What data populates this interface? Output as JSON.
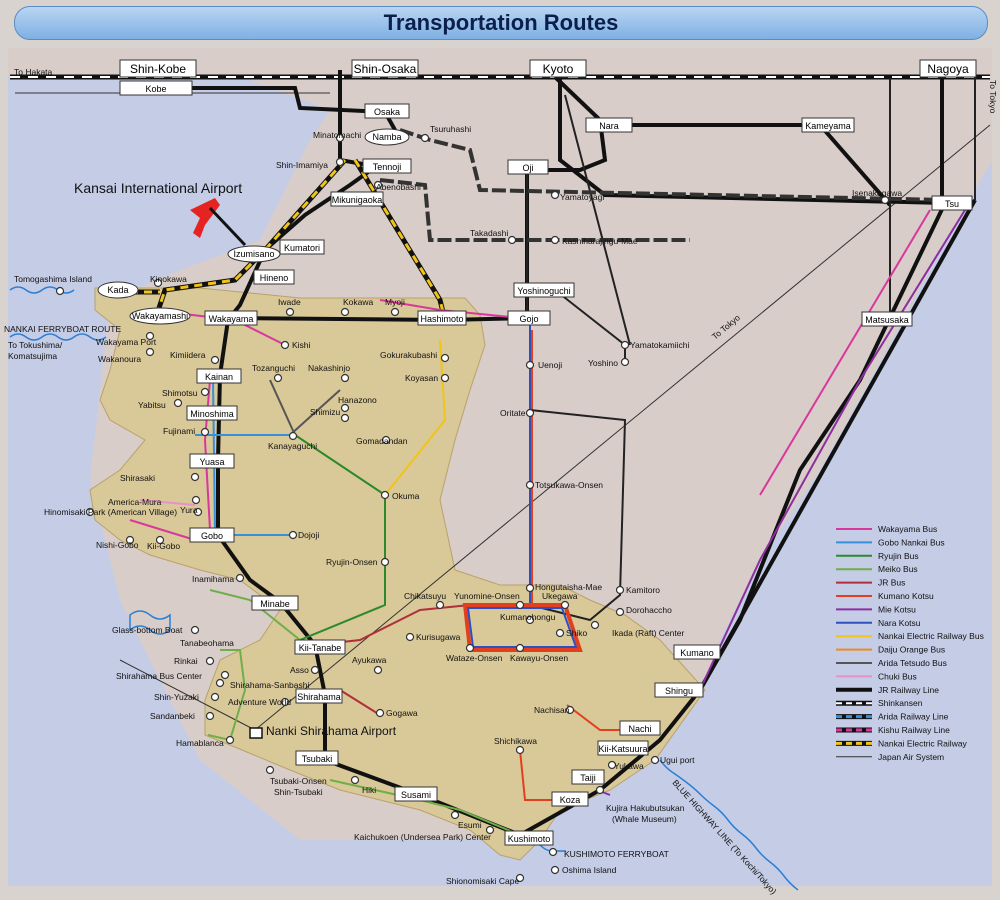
{
  "title": "Transportation Routes",
  "colors": {
    "sea": "#c4cce6",
    "land_pink": "#d8cdc9",
    "land_tan": "#d9c898",
    "tan_border": "#b8a26a",
    "jr": "#111111",
    "nankai": "#f0c419",
    "wakayama_bus": "#d8389c",
    "gobo_bus": "#3a8fd9",
    "ryujin_bus": "#2c8a2c",
    "meiko_bus": "#6fae4b",
    "jr_bus": "#b0303a",
    "kumano_kotsu": "#e0401e",
    "mie_kotsu": "#8c2fa0",
    "nara_kotsu": "#2f4fc0",
    "nankai_bus": "#f0c419",
    "daiju_orange": "#f08a20",
    "arida_bus": "#555555",
    "chuki_bus": "#e890c8",
    "air": "#333333"
  },
  "top_stations": [
    "Shin-Kobe",
    "Shin-Osaka",
    "Kyoto",
    "Nagoya"
  ],
  "stations": {
    "kobe": "Kobe",
    "osaka": "Osaka",
    "namba": "Namba",
    "tennoji": "Tennoji",
    "mikunigaoka": "Mikunigaoka",
    "kumatori": "Kumatori",
    "izumisano": "Izumisano",
    "hineno": "Hineno",
    "kada": "Kada",
    "wakayamashi": "Wakayamashi",
    "wakayama": "Wakayama",
    "hashimoto": "Hashimoto",
    "gojo": "Gojo",
    "oji": "Oji",
    "nara": "Nara",
    "kameyama": "Kameyama",
    "tsu": "Tsu",
    "matsusaka": "Matsusaka",
    "yoshinoguchi": "Yoshinoguchi",
    "kainan": "Kainan",
    "minoshima": "Minoshima",
    "yuasa": "Yuasa",
    "gobo": "Gobo",
    "minabe": "Minabe",
    "kii_tanabe": "Kii-Tanabe",
    "shirahama": "Shirahama",
    "tsubaki": "Tsubaki",
    "susami": "Susami",
    "kushimoto": "Kushimoto",
    "koza": "Koza",
    "taiji": "Taiji",
    "kii_katsuura": "Kii-Katsuura",
    "nachi": "Nachi",
    "shingu": "Shingu",
    "kumano": "Kumano"
  },
  "labels": {
    "to_hakata": "To Hakata",
    "to_tokyo_1": "To Tokyo",
    "to_tokyo_2": "To Tokyo",
    "kix": "Kansai International Airport",
    "minatomachi": "Minatomachi",
    "shin_imamiya": "Shin-Imamiya",
    "tsuruhashi": "Tsuruhashi",
    "abenobashi": "Abenobashi",
    "yamatoyagi": "Yamatoyagi",
    "isenakagawa": "Isenakagawa",
    "takadashi": "Takadashi",
    "kashiharajingu": "Kashiharajingu-Mae",
    "tomogashima": "Tomogashima Island",
    "kinokawa": "Kinokawa",
    "iwade": "Iwade",
    "kokawa": "Kokawa",
    "myoji": "Myoji",
    "ferry_route": "NANKAI FERRYBOAT ROUTE",
    "to_tokushima": "To Tokushima/",
    "komatsujima": "Komatsujima",
    "wakayama_port": "Wakayama Port",
    "wakanoura": "Wakanoura",
    "kishi": "Kishi",
    "kimiidera": "Kimiidera",
    "gokurakubashi": "Gokurakubashi",
    "uenoji": "Uenoji",
    "yamatokamiichi": "Yamatokamiichi",
    "yoshino": "Yoshino",
    "tozanguchi": "Tozanguchi",
    "nakashinjo": "Nakashinjo",
    "koyasan": "Koyasan",
    "shimotsu": "Shimotsu",
    "yabitsu": "Yabitsu",
    "hanazono": "Hanazono",
    "shimizu": "Shimizu",
    "fujinami": "Fujinami",
    "kanayaguchi": "Kanayaguchi",
    "gomadandan": "Gomadandan",
    "oritate": "Oritate",
    "shirasaki": "Shirasaki",
    "america_mura": "America-Mura",
    "hinomisaki": "Hinomisaki Park (American Village)",
    "yura": "Yura",
    "okuma": "Okuma",
    "totsukawa": "Totsukawa-Onsen",
    "nishi_gobo": "Nishi-Gobo",
    "kii_gobo": "Kii-Gobo",
    "dojoji": "Dojoji",
    "ryujin": "Ryujin-Onsen",
    "inamihama": "Inamihama",
    "hongutaisha": "Hongutaisha-Mae",
    "kamitoro": "Kamitoro",
    "chikatsuyu": "Chikatsuyu",
    "yunomine": "Yunomine-Onsen",
    "ukegawa": "Ukegawa",
    "kumanohongu": "Kumanohongu",
    "dorohaccho": "Dorohaccho",
    "glass_boat": "Glass-bottom Boat",
    "tanabeohama": "Tanabeohama",
    "kurisugawa": "Kurisugawa",
    "shiko": "Shiko",
    "ikada": "Ikada (Raft) Center",
    "rinkai": "Rinkai",
    "shirahama_bus": "Shirahama Bus Center",
    "shirahama_sanbashi": "Shirahama-Sanbashi",
    "asso": "Asso",
    "ayukawa": "Ayukawa",
    "wataze": "Wataze-Onsen",
    "kawayu": "Kawayu-Onsen",
    "shin_yuzaki": "Shin-Yuzaki",
    "adventure_world": "Adventure World",
    "sandanbeki": "Sandanbeki",
    "nanki_airport": "Nanki Shirahama Airport",
    "gogawa": "Gogawa",
    "hamablanca": "Hamablanca",
    "nachisan": "Nachisan",
    "shichikawa": "Shichikawa",
    "ugui_port": "Ugui port",
    "yukawa": "Yukawa",
    "tsubaki_onsen": "Tsubaki-Onsen",
    "shin_tsubaki": "Shin-Tsubaki",
    "hiki": "Hiki",
    "kujira": "Kujira Hakubutsukan",
    "whale_museum": "(Whale Museum)",
    "esumi": "Esumi",
    "kaichukoen": "Kaichukoen (Undersea Park) Center",
    "kushimoto_ferry": "KUSHIMOTO FERRYBOAT",
    "oshima": "Oshima Island",
    "shionomisaki": "Shionomisaki Cape",
    "blue_highway": "BLUE HIGHWAY LINE (To Kochi/Tokyo)"
  },
  "legend": [
    {
      "label": "Wakayama Bus",
      "style": "wakayama_bus"
    },
    {
      "label": "Gobo Nankai Bus",
      "style": "gobo_bus"
    },
    {
      "label": "Ryujin Bus",
      "style": "ryujin_bus"
    },
    {
      "label": "Meiko Bus",
      "style": "meiko_bus"
    },
    {
      "label": "JR Bus",
      "style": "jr_bus"
    },
    {
      "label": "Kumano Kotsu",
      "style": "kumano_kotsu"
    },
    {
      "label": "Mie Kotsu",
      "style": "mie_kotsu"
    },
    {
      "label": "Nara Kotsu",
      "style": "nara_kotsu"
    },
    {
      "label": "Nankai Electric Railway Bus",
      "style": "nankai_bus"
    },
    {
      "label": "Daiju Orange Bus",
      "style": "daiju_orange"
    },
    {
      "label": "Arida Tetsudo Bus",
      "style": "arida_bus"
    },
    {
      "label": "Chuki Bus",
      "style": "chuki_bus"
    },
    {
      "label": "JR Railway Line",
      "style": "jr"
    },
    {
      "label": "Shinkansen",
      "style": "shinkansen"
    },
    {
      "label": "Arida Railway Line",
      "style": "arida_rail"
    },
    {
      "label": "Kishu Railway Line",
      "style": "kishu_rail"
    },
    {
      "label": "Nankai Electric Railway",
      "style": "nankai_rail"
    },
    {
      "label": "Japan Air System",
      "style": "air"
    }
  ]
}
